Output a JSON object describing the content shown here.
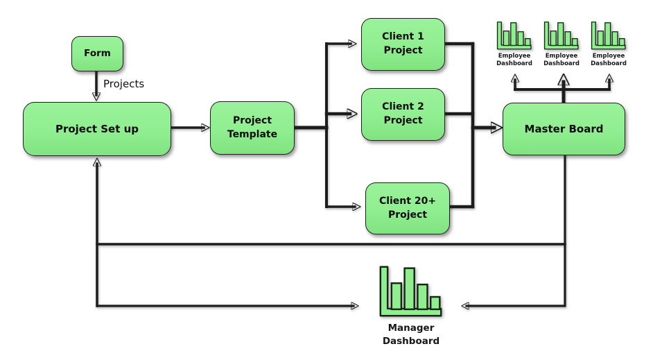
{
  "diagram": {
    "colors": {
      "node_fill": "#90ee90",
      "node_border": "#1e1e1e",
      "line": "#1d1d1d",
      "background": "#ffffff",
      "text": "#0c0c0c"
    },
    "nodes": {
      "form": {
        "label": "Form"
      },
      "project_setup": {
        "label": "Project Set up"
      },
      "project_template": {
        "label": "Project Template"
      },
      "client_1": {
        "label": "Client 1 Project"
      },
      "client_2": {
        "label": "Client 2 Project"
      },
      "client_20_plus": {
        "label": "Client 20+ Project"
      },
      "master_board": {
        "label": "Master Board"
      },
      "manager_dashboard": {
        "label": "Manager Dashboard"
      }
    },
    "employee_dashboards": [
      {
        "label": "Employee Dashboard",
        "icon": "bar-chart-icon"
      },
      {
        "label": "Employee Dashboard",
        "icon": "bar-chart-icon"
      },
      {
        "label": "Employee Dashboard",
        "icon": "bar-chart-icon"
      }
    ],
    "manager_icon": "bar-chart-icon",
    "edge_labels": {
      "form_to_setup": "Projects"
    }
  }
}
